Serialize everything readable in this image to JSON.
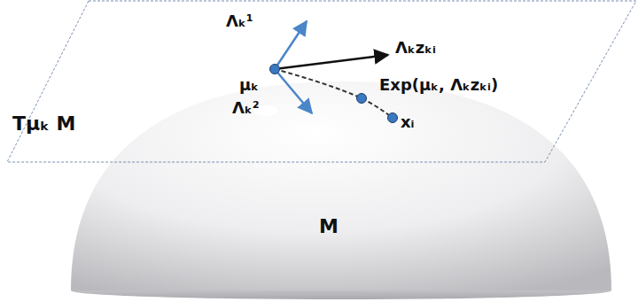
{
  "diagram": {
    "labels": [
      "Λₖ¹",
      "Λₖzₖᵢ",
      "μₖ",
      "Λₖ²",
      "Exp(μₖ, Λₖzₖᵢ)",
      "xᵢ",
      "Tμₖ M",
      "M"
    ]
  }
}
